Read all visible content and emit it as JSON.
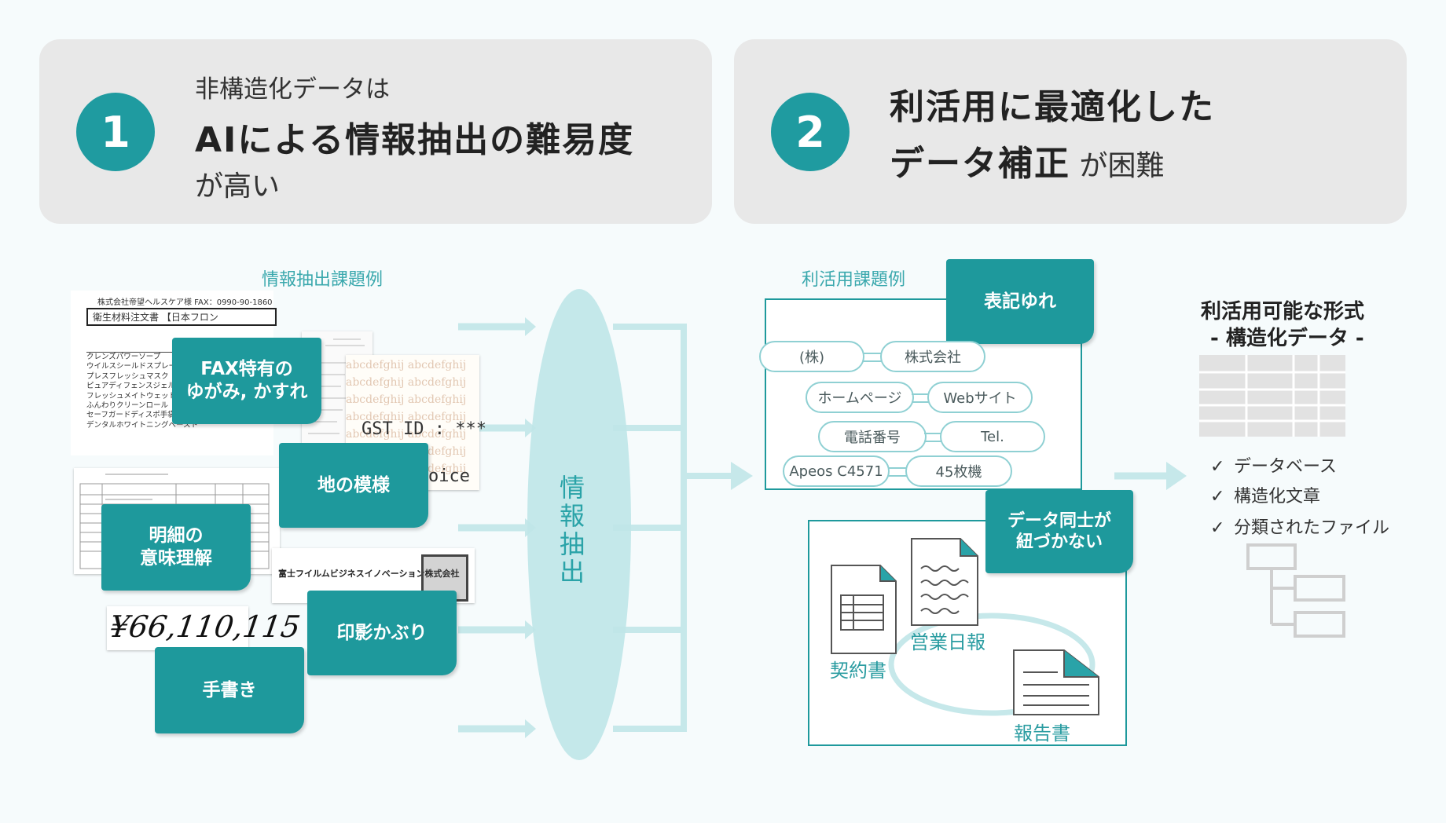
{
  "panel1": {
    "number": "1",
    "line1": "非構造化データは",
    "line2": "AIによる情報抽出の難易度",
    "line3": "が高い"
  },
  "panel2": {
    "number": "2",
    "line1": "利活用に最適化した",
    "line2_bold": "データ補正",
    "line2_rest": " が困難"
  },
  "left_section": {
    "caption": "情報抽出課題例",
    "challenges": {
      "fax": "FAX特有の\nゆがみ, かすれ",
      "background": "地の模様",
      "details": "明細の\n意味理解",
      "stamp": "印影かぶり",
      "handwriting": "手書き"
    },
    "samples": {
      "fax_header": "株式会社帝望ヘルスケア様  FAX：0990-90-1860",
      "fax_title": "衛生材料注文書 【日本フロン",
      "fax_items": [
        "クレンズパワーソープ",
        "ウイルスシールドスプレー",
        "プレスフレッシュマスク",
        "ピュアディフェンスジェル",
        "フレッシュメイトウェットティ",
        "ふんわりクリーンロール",
        "セーフガードディスポ手袋",
        "デンタルホワイトニングペースト"
      ],
      "pattern_text": "abcdefghij",
      "gst_text": "GST ID : ***",
      "invoice_fragment": "oice",
      "stamp_company": "富士フイルムビジネスイノベーション株式会社",
      "handwritten_amount": "¥66,110,115"
    },
    "extraction_label": "情報抽出"
  },
  "middle_section": {
    "caption": "利活用課題例",
    "variation_label": "表記ゆれ",
    "pairs": [
      [
        "(株)",
        "株式会社"
      ],
      [
        "ホームページ",
        "Webサイト"
      ],
      [
        "電話番号",
        "Tel."
      ],
      [
        "Apeos C4571",
        "45枚機"
      ]
    ],
    "link_label": "データ同士が\n紐づかない",
    "documents": {
      "contract": "契約書",
      "daily_report": "営業日報",
      "report": "報告書"
    }
  },
  "right_section": {
    "title1": "利活用可能な形式",
    "title2": "- 構造化データ -",
    "check_mark": "✓",
    "items": [
      "データベース",
      "構造化文章",
      "分類されたファイル"
    ]
  },
  "colors": {
    "teal": "#1e999c",
    "light_teal": "#8fd0d3",
    "panel_bg": "#e8e8e8",
    "page_bg": "#f6fbfc"
  }
}
